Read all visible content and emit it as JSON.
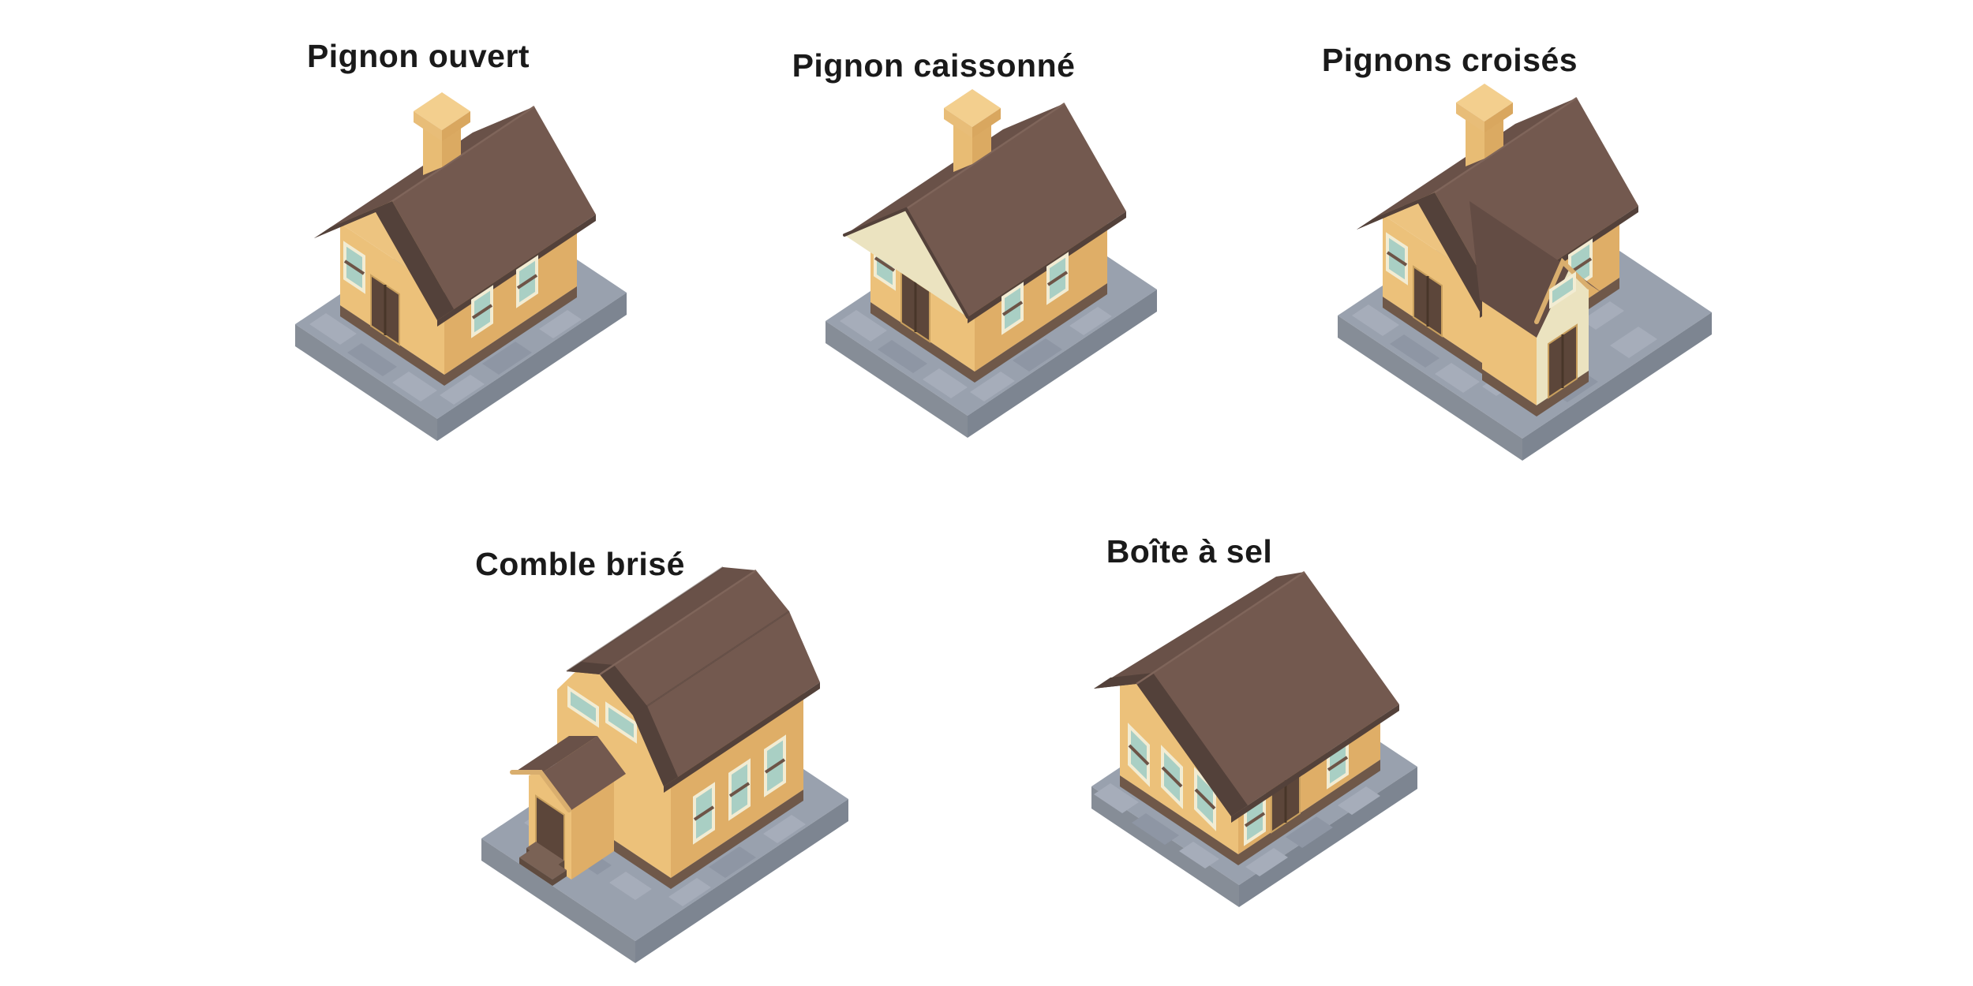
{
  "figures": [
    {
      "id": "pignon-ouvert",
      "label": "Pignon ouvert"
    },
    {
      "id": "pignon-caissonne",
      "label": "Pignon caissonné"
    },
    {
      "id": "pignons-croises",
      "label": "Pignons croisés"
    },
    {
      "id": "comble-brise",
      "label": "Comble brisé"
    },
    {
      "id": "boite-a-sel",
      "label": "Boîte à sel"
    }
  ],
  "colors": {
    "background": "#ffffff",
    "label_text": "#1a1a1a",
    "roof_top": "#73594f",
    "roof_left": "#695148",
    "roof_wing": "#634c44",
    "roof_under": "#53413a",
    "ridge_line": "#7f655a",
    "wall_left": "#ecc17a",
    "wall_right": "#dfae67",
    "gable_tan": "#edc480",
    "gable_cream": "#ebe3c0",
    "foundation": "#6f5849",
    "door": "#5c463a",
    "door_divider": "#483629",
    "door_trim": "#c9a05e",
    "window_glass": "#a9cfc4",
    "window_frame": "#f2ecd3",
    "window_bar": "#6d5447",
    "trim_tan": "#d9ae6e",
    "chimney_left": "#e8bc74",
    "chimney_right": "#dbaa62",
    "chimney_band": "#6b5245",
    "chimney_cap_top": "#f3cf8e",
    "chimney_cap_left": "#e8bd78",
    "chimney_cap_right": "#d9a75f",
    "platform_top": "#99a1ae",
    "platform_left": "#868d97",
    "platform_right": "#7d8591",
    "tile_light": "#a6adba",
    "tile_dark": "#8e96a4",
    "step_top": "#7a6255",
    "step_front": "#5f4b3f"
  }
}
